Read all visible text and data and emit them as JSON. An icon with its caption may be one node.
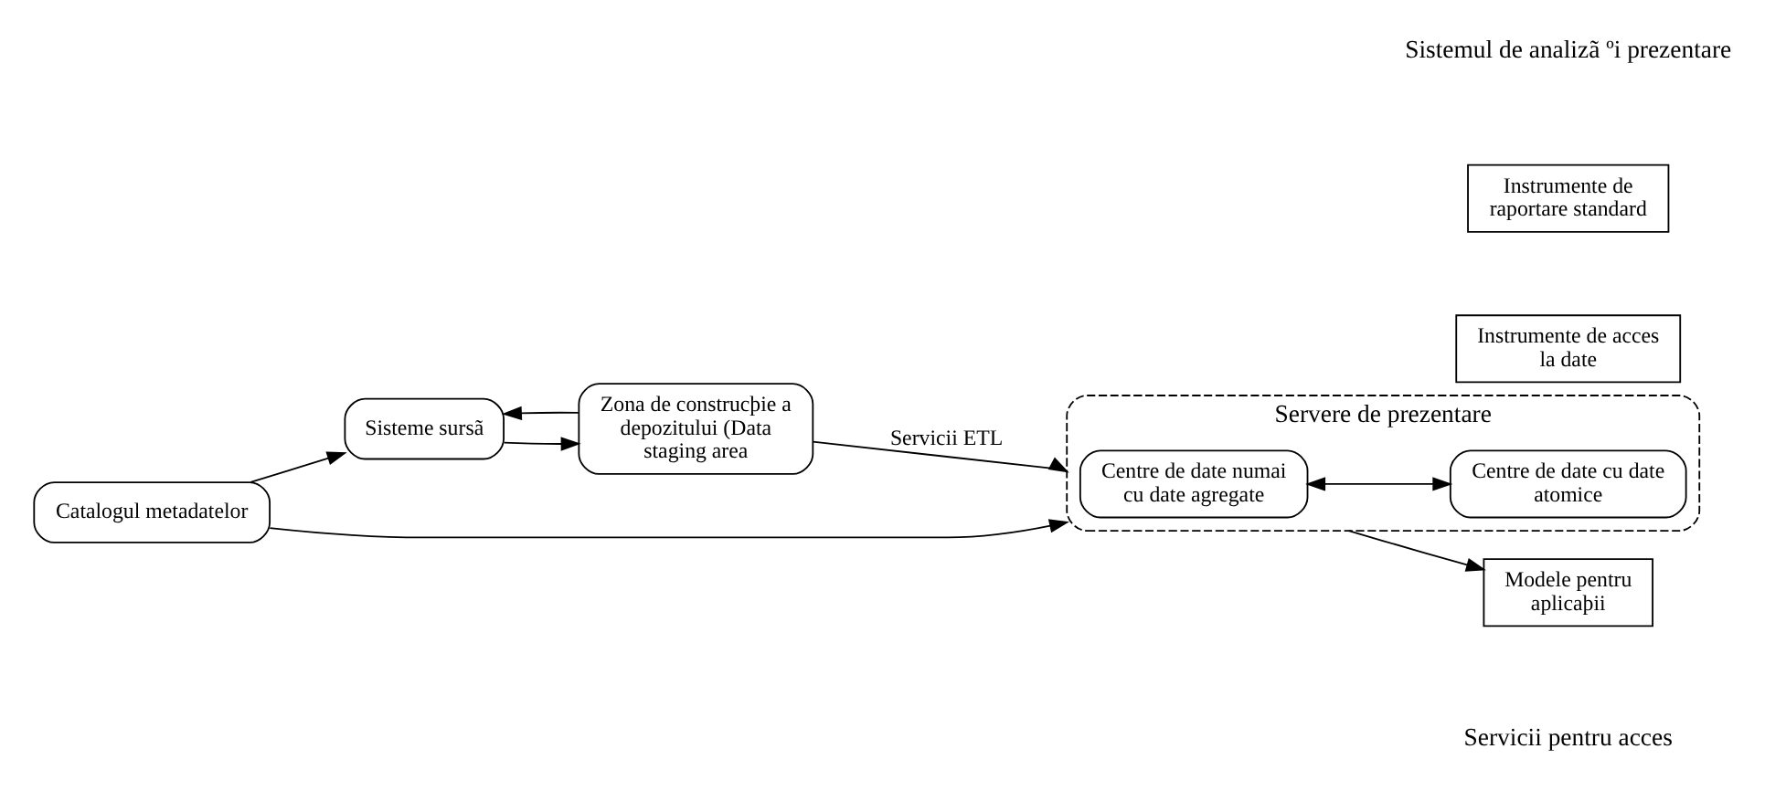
{
  "diagram": {
    "nodes": [
      {
        "text": [
          "Sisteme sursã"
        ]
      },
      {
        "text": [
          "Zona de construcþie a depozitului (Data staging area"
        ]
      },
      {
        "text": [
          "Catalogul metadatelor"
        ]
      },
      {
        "text": [
          "Servere de prezentare"
        ]
      },
      {
        "text": [
          "Centre de date numai cu date agregate"
        ],
        "in": 3
      },
      {
        "text": [
          "Centre de date cu date atomice"
        ],
        "in": 3
      },
      {
        "text": [
          "Instrumente de raportare standard"
        ]
      },
      {
        "text": [
          "Instrumente de acces la date"
        ]
      },
      {
        "text": [
          "Modele pentru aplicaþii"
        ]
      }
    ],
    "edges": [
      {
        "from": 0,
        "to": 1,
        "arrow": "to"
      },
      {
        "from": 1,
        "to": 0,
        "arrow": "to"
      },
      {
        "from": 2,
        "to": 0,
        "arrow": "to"
      },
      {
        "from": 2,
        "to": 3,
        "arrow": "to"
      },
      {
        "from": 1,
        "to": 3,
        "arrow": "to",
        "label": "Servicii ETL"
      },
      {
        "from": 4,
        "to": 5,
        "arrow": "both"
      },
      {
        "from": 3,
        "to": 8,
        "arrow": "to"
      }
    ],
    "labels": [
      "Sistemul de analizã ºi prezentare",
      "Servicii pentru acces"
    ]
  }
}
